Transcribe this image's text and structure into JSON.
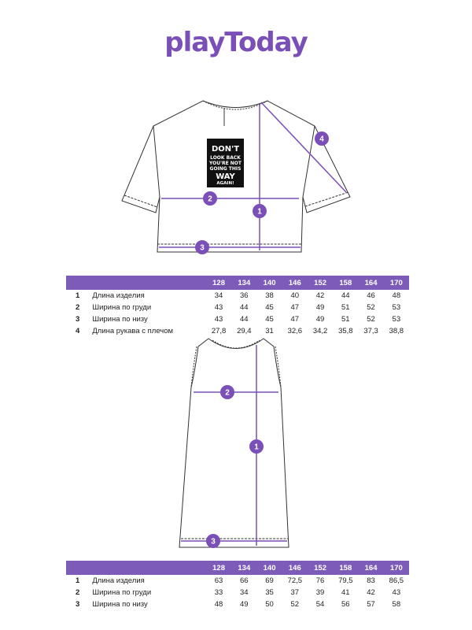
{
  "brand": {
    "logo_text": "playToday",
    "accent_color": "#7b4fb8",
    "table_header_color": "#7c5cb8"
  },
  "tshirt": {
    "print_lines": [
      "DON'T",
      "LOOK BACK",
      "YOU'RE NOT",
      "GOING THIS",
      "WAY",
      "AGAIN!"
    ],
    "markers": [
      "1",
      "2",
      "3",
      "4"
    ],
    "table": {
      "sizes": [
        "128",
        "134",
        "140",
        "146",
        "152",
        "158",
        "164",
        "170"
      ],
      "rows": [
        {
          "num": "1",
          "label": "Длина изделия",
          "values": [
            "34",
            "36",
            "38",
            "40",
            "42",
            "44",
            "46",
            "48"
          ]
        },
        {
          "num": "2",
          "label": "Ширина по груди",
          "values": [
            "43",
            "44",
            "45",
            "47",
            "49",
            "51",
            "52",
            "53"
          ]
        },
        {
          "num": "3",
          "label": "Ширина по низу",
          "values": [
            "43",
            "44",
            "45",
            "47",
            "49",
            "51",
            "52",
            "53"
          ]
        },
        {
          "num": "4",
          "label": "Длина рукава с плечом",
          "values": [
            "27,8",
            "29,4",
            "31",
            "32,6",
            "34,2",
            "35,8",
            "37,3",
            "38,8"
          ]
        }
      ]
    }
  },
  "dress": {
    "markers": [
      "1",
      "2",
      "3"
    ],
    "table": {
      "sizes": [
        "128",
        "134",
        "140",
        "146",
        "152",
        "158",
        "164",
        "170"
      ],
      "rows": [
        {
          "num": "1",
          "label": "Длина изделия",
          "values": [
            "63",
            "66",
            "69",
            "72,5",
            "76",
            "79,5",
            "83",
            "86,5"
          ]
        },
        {
          "num": "2",
          "label": "Ширина по груди",
          "values": [
            "33",
            "34",
            "35",
            "37",
            "39",
            "41",
            "42",
            "43"
          ]
        },
        {
          "num": "3",
          "label": "Ширина по низу",
          "values": [
            "48",
            "49",
            "50",
            "52",
            "54",
            "56",
            "57",
            "58"
          ]
        }
      ]
    }
  }
}
